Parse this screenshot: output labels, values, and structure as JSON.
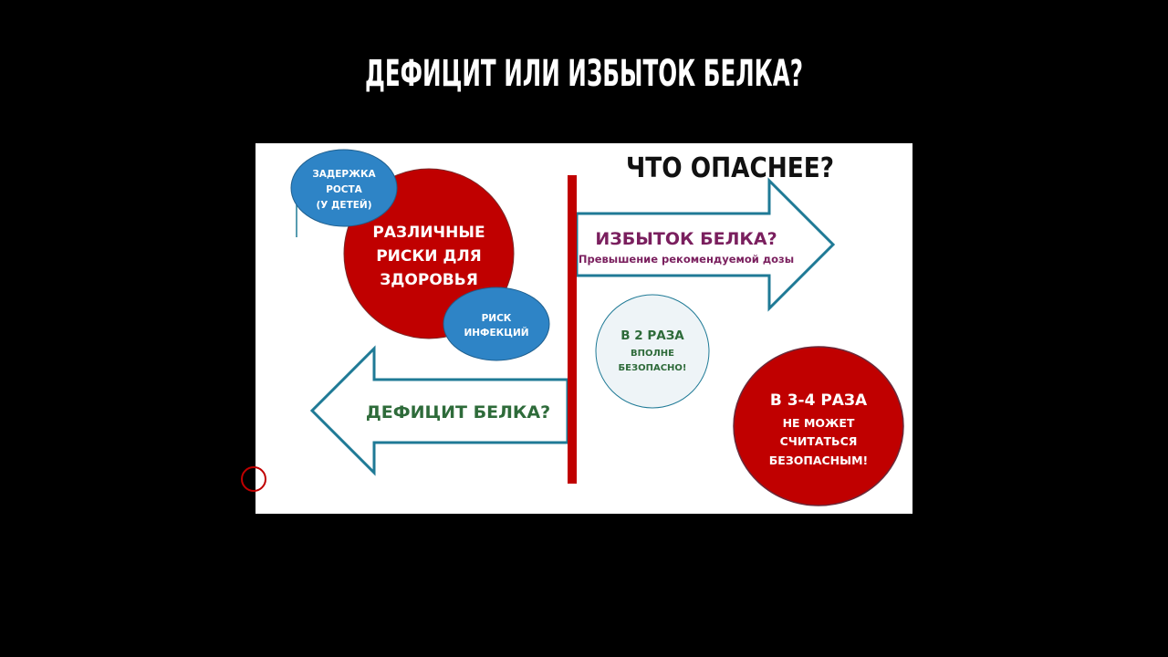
{
  "title": "ДЕФИЦИТ ИЛИ ИЗБЫТОК БЕЛКА?",
  "slide": {
    "question": "ЧТО ОПАСНЕЕ?",
    "central_risk": [
      "РАЗЛИЧНЫЕ",
      "РИСКИ ДЛЯ",
      "ЗДОРОВЬЯ"
    ],
    "growth_delay": [
      "ЗАДЕРЖКА",
      "РОСТА",
      "(У ДЕТЕЙ)"
    ],
    "infection_risk": [
      "РИСК",
      "ИНФЕКЦИЙ"
    ],
    "excess_arrow": {
      "title": "ИЗБЫТОК БЕЛКА?",
      "subtitle": "Превышение рекомендуемой дозы"
    },
    "deficit_arrow": {
      "title": "ДЕФИЦИТ БЕЛКА?"
    },
    "safe_circle": [
      "В 2 РАЗА",
      "ВПОЛНЕ",
      "БЕЗОПАСНО!"
    ],
    "unsafe_circle": [
      "В 3-4 РАЗА",
      "НЕ МОЖЕТ",
      "СЧИТАТЬСЯ",
      "БЕЗОПАСНЫМ!"
    ]
  },
  "colors": {
    "red": "#c00000",
    "blue": "#2e84c6",
    "teal": "#1f7a96",
    "purple": "#7a1f5e",
    "green": "#2e6b3a"
  }
}
